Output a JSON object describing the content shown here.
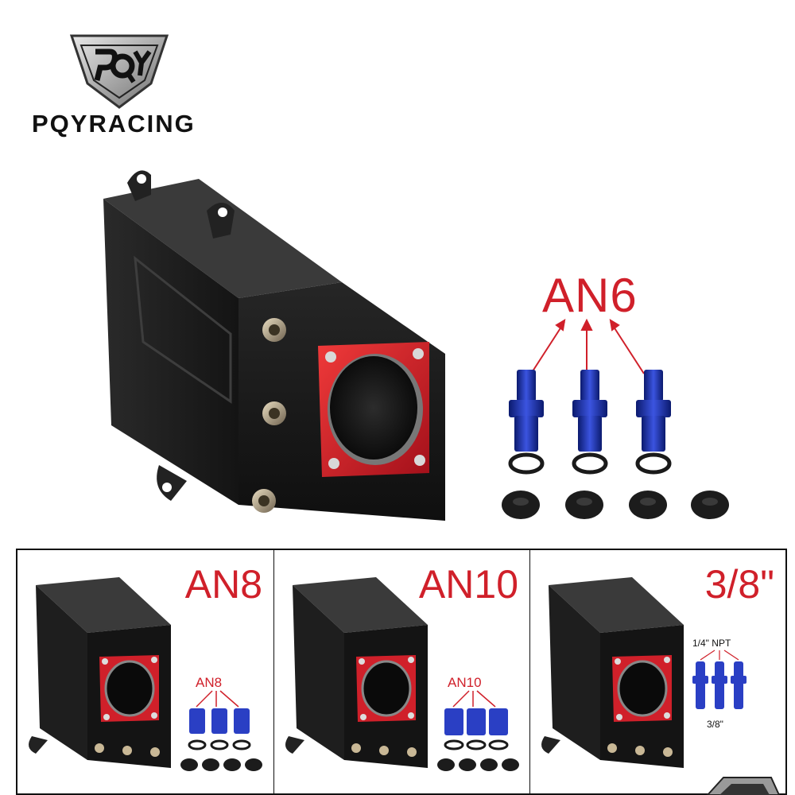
{
  "brand": {
    "name": "PQYRACING"
  },
  "main_kit": {
    "fitting_label": "AN6"
  },
  "variants": [
    {
      "title": "AN8",
      "kit_label": "AN8"
    },
    {
      "title": "AN10",
      "kit_label": "AN10"
    },
    {
      "title": "3/8\"",
      "kit_label_top": "1/4\" NPT",
      "kit_label_bottom": "3/8\""
    }
  ],
  "colors": {
    "accent_red": "#d0202a",
    "anodized_blue": "#1b2fa6",
    "tank_black": "#1c1c1c"
  },
  "icons": [
    "pqy-logo-mark",
    "arrow-icon"
  ]
}
